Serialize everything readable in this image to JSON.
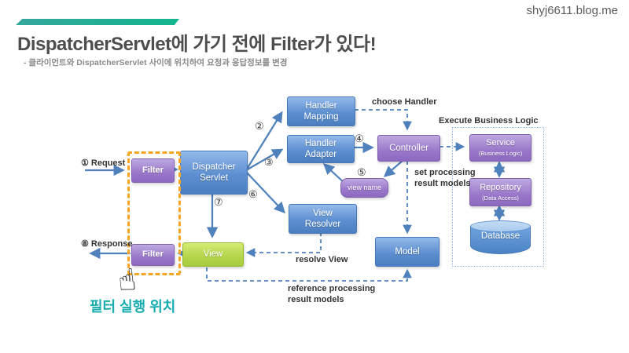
{
  "header": {
    "blog_url": "shyj6611.blog.me",
    "title": "DispatcherServlet에 가기 전에 Filter가 있다!",
    "subtitle": "- 클라이언트와 DispatcherServlet 사이에 위치하여 요청과 응답정보를 변경"
  },
  "diagram": {
    "nodes": {
      "filter_top": "Filter",
      "filter_bottom": "Filter",
      "dispatcher_servlet": "Dispatcher\nServlet",
      "handler_mapping": "Handler\nMapping",
      "handler_adapter": "Handler\nAdapter",
      "controller": "Controller",
      "view_name": "view name",
      "view_resolver": "View\nResolver",
      "view": "View",
      "model": "Model",
      "service": {
        "name": "Service",
        "sub": "(Business Logic)"
      },
      "repository": {
        "name": "Repository",
        "sub": "(Data Access)"
      },
      "database": "Database"
    },
    "labels": {
      "request": "① Request",
      "response": "⑧ Response",
      "choose_handler": "choose Handler",
      "execute_business_logic": "Execute Business Logic",
      "set_processing_result_models": "set processing\nresult models",
      "resolve_view": "resolve View",
      "reference_processing_result_models": "reference processing\nresult models",
      "filter_position_caption": "필터 실행 위치",
      "steps": {
        "2": "②",
        "3": "③",
        "4": "④",
        "5": "⑤",
        "6": "⑥",
        "7": "⑦"
      }
    },
    "icons": {
      "hand_pointer": "☝"
    }
  },
  "colors": {
    "accent_teal": "#14B290",
    "caption_teal": "#17ADB0",
    "box_blue": "#4A7EC0",
    "box_purple": "#8D6AC0",
    "box_green": "#A6CC3C",
    "arrow_blue": "#4F81BD",
    "highlight_orange": "#F7A522"
  }
}
